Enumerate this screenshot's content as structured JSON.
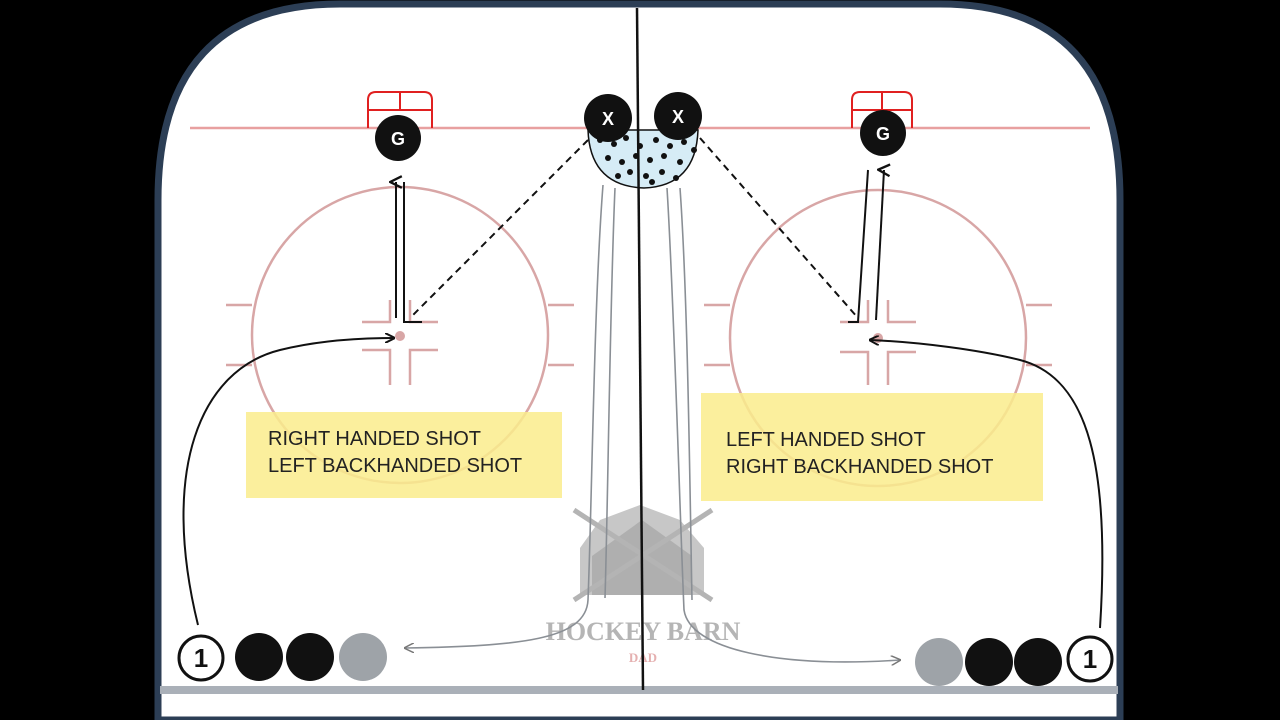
{
  "colors": {
    "background": "#000000",
    "ice": "#ffffff",
    "board": "#2c3e55",
    "red_line": "#e8a0a0",
    "circle": "#d8a6a6",
    "crease": "#e02020",
    "slot_fill": "#d6ecf6",
    "label_bg": "#faec8c",
    "grey_player": "#9ea3a8",
    "path": "#111111"
  },
  "left_drill": {
    "goalie_label": "G",
    "coach_label": "X",
    "start_number": "1",
    "label_lines": [
      "RIGHT HANDED SHOT",
      "LEFT BACKHANDED SHOT"
    ]
  },
  "right_drill": {
    "goalie_label": "G",
    "coach_label": "X",
    "start_number": "1",
    "label_lines": [
      "LEFT HANDED SHOT",
      "RIGHT BACKHANDED SHOT"
    ]
  },
  "watermark": {
    "brand": "HOCKEY BARN",
    "sub": "DAD"
  },
  "icons": [
    "goalie-marker",
    "coach-marker",
    "player-start-marker",
    "hockey-barn-logo"
  ]
}
